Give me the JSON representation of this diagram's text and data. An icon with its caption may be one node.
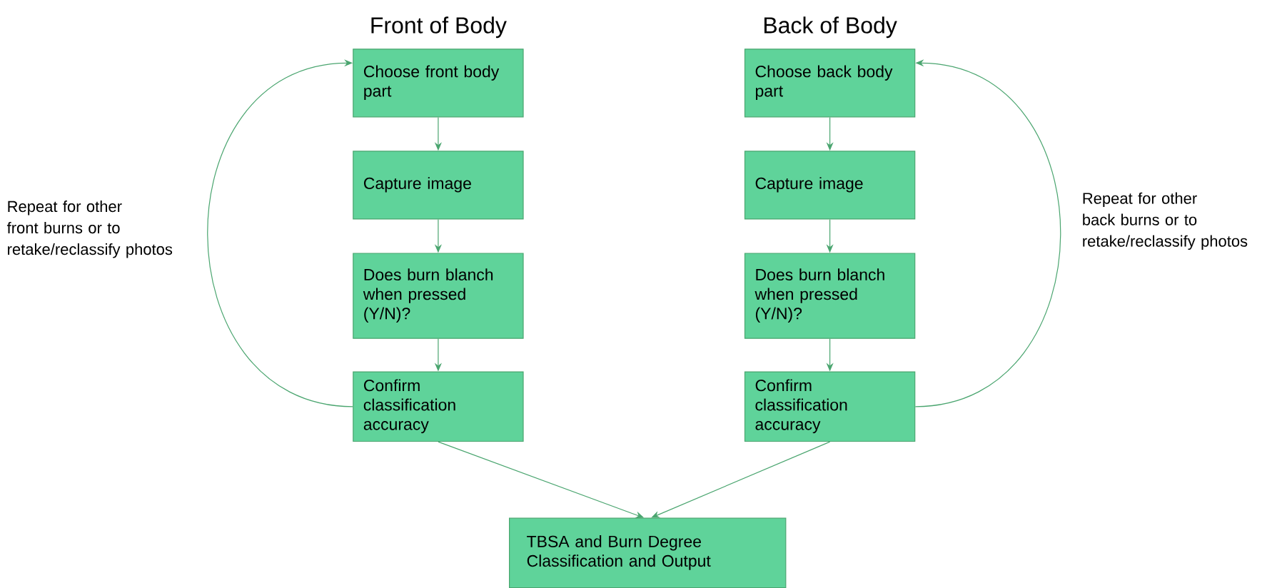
{
  "diagram": {
    "nodes": [
      {
        "text": [
          "Choose front body part"
        ]
      },
      {
        "text": [
          "Capture image"
        ]
      },
      {
        "text": [
          "Does burn blanch when pressed (Y/N)?"
        ]
      },
      {
        "text": [
          "Confirm classification accuracy"
        ]
      },
      {
        "text": [
          "Choose back body part"
        ]
      },
      {
        "text": [
          "Capture image"
        ]
      },
      {
        "text": [
          "Does burn blanch when pressed (Y/N)?"
        ]
      },
      {
        "text": [
          "Confirm classification accuracy"
        ]
      },
      {
        "text": [
          "TBSA and Burn Degree Classification and Output"
        ]
      }
    ],
    "edges": [
      {
        "from": 0,
        "to": 1,
        "arrow": "to"
      },
      {
        "from": 1,
        "to": 2,
        "arrow": "to"
      },
      {
        "from": 2,
        "to": 3,
        "arrow": "to"
      },
      {
        "from": 3,
        "to": 0,
        "arrow": "to"
      },
      {
        "from": 4,
        "to": 5,
        "arrow": "to"
      },
      {
        "from": 5,
        "to": 6,
        "arrow": "to"
      },
      {
        "from": 6,
        "to": 7,
        "arrow": "to"
      },
      {
        "from": 7,
        "to": 4,
        "arrow": "to"
      },
      {
        "from": 3,
        "to": 8,
        "arrow": "to"
      },
      {
        "from": 7,
        "to": 8,
        "arrow": "to"
      }
    ],
    "labels": [
      "Front of Body",
      "Back of Body",
      "Repeat for other front burns or to retake/reclassify photos",
      "Repeat for other back burns or to retake/reclassify photos"
    ]
  }
}
